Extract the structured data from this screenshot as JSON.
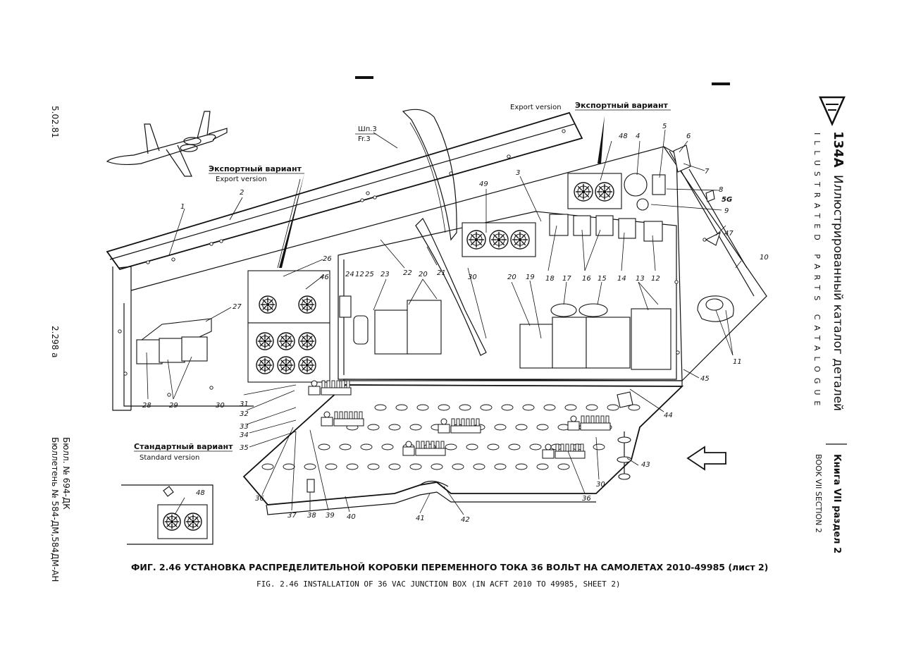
{
  "figure": {
    "caption_ru": "ФИГ. 2.46    УСТАНОВКА РАСПРЕДЕЛИТЕЛЬНОЙ КОРОБКИ ПЕРЕМЕННОГО ТОКА 36 ВОЛЬТ НА САМОЛЕТАХ 2010-49985 (лист 2)",
    "caption_en": "FIG. 2.46 INSTALLATION OF 36 VAC JUNCTION BOX (IN ACFT 2010 TO 49985, SHEET 2)"
  },
  "callouts_variants": {
    "export_top_ru": "Экспортный вариант",
    "export_top_en": "Export version",
    "export_left_ru": "Экспортный вариант",
    "export_left_en": "Export version",
    "standard_ru": "Стандартный вариант",
    "standard_en": "Standard version",
    "frame_ru": "Шп.3",
    "frame_en": "Fr.3"
  },
  "part_numbers": [
    "1",
    "2",
    "3",
    "4",
    "5",
    "6",
    "7",
    "8",
    "9",
    "10",
    "11",
    "12",
    "13",
    "14",
    "15",
    "16",
    "17",
    "18",
    "19",
    "20",
    "20",
    "21",
    "22",
    "23",
    "24",
    "12",
    "25",
    "26",
    "27",
    "28",
    "29",
    "30",
    "30",
    "30",
    "31",
    "32",
    "33",
    "34",
    "35",
    "36",
    "36",
    "37",
    "38",
    "39",
    "40",
    "41",
    "42",
    "43",
    "44",
    "45",
    "46",
    "47",
    "48",
    "48",
    "49",
    "5G"
  ],
  "left_margin": {
    "date": "5.02.81",
    "page": "2.298 а",
    "bulletin_1": "Бюлл. № 694-ДК",
    "bulletin_2": "Бюллетень № 584-ДМ,584ДМ-АН"
  },
  "right_margin": {
    "model": "134A",
    "title_ru": "Иллюстрированный каталог деталей",
    "title_en": "ILLUSTRATED PARTS CATALOGUE",
    "book_ru": "Книга VII  раздел  2",
    "book_en": "BOOK VII  SECTION  2"
  }
}
